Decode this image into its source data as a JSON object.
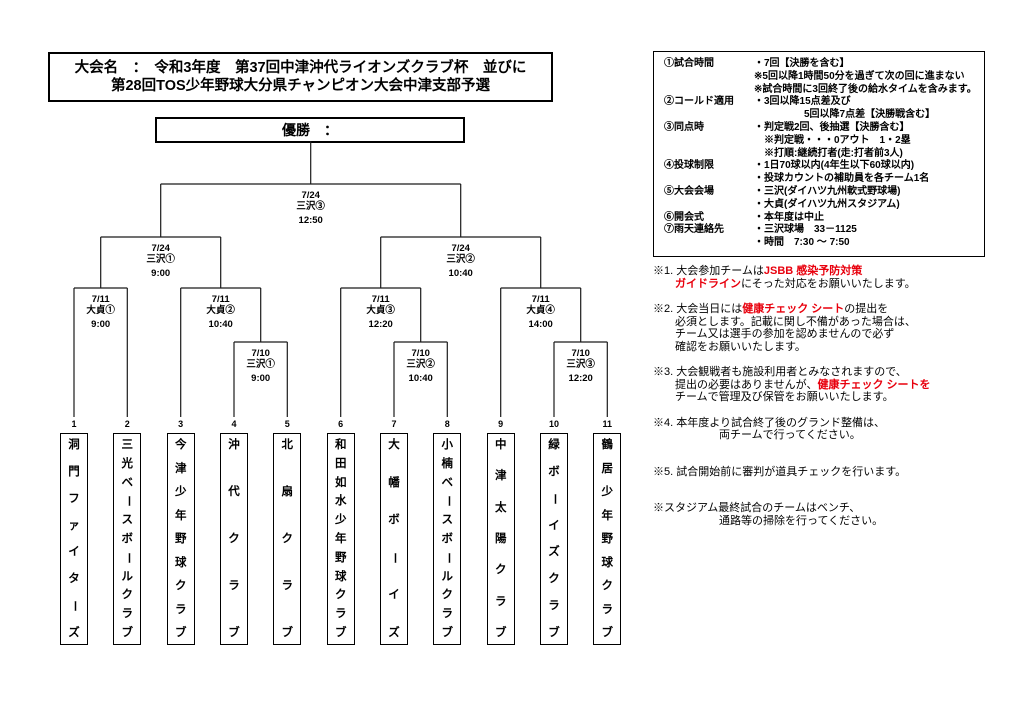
{
  "title": {
    "line1": "大会名　：　令和3年度　第37回中津沖代ライオンズクラブ杯　並びに",
    "line2": "第28回TOS少年野球大分県チャンピオン大会中津支部予選"
  },
  "champion_label": "優勝　：",
  "bracket": {
    "matches": {
      "final": {
        "date": "7/24",
        "venue": "三沢③",
        "time": "12:50"
      },
      "sf_left": {
        "date": "7/24",
        "venue": "三沢①",
        "time": "9:00"
      },
      "sf_right": {
        "date": "7/24",
        "venue": "三沢②",
        "time": "10:40"
      },
      "r1_a": {
        "date": "7/11",
        "venue": "大貞①",
        "time": "9:00"
      },
      "r1_c": {
        "date": "7/11",
        "venue": "大貞②",
        "time": "10:40"
      },
      "r1_d": {
        "date": "7/11",
        "venue": "大貞③",
        "time": "12:20"
      },
      "r1_f": {
        "date": "7/11",
        "venue": "大貞④",
        "time": "14:00"
      },
      "r2_b": {
        "date": "7/10",
        "venue": "三沢①",
        "time": "9:00"
      },
      "r2_e": {
        "date": "7/10",
        "venue": "三沢②",
        "time": "10:40"
      },
      "r2_g": {
        "date": "7/10",
        "venue": "三沢③",
        "time": "12:20"
      }
    },
    "teams": [
      {
        "number": "1",
        "name": "洞門ファイターズ"
      },
      {
        "number": "2",
        "name": "三光ベースボールクラブ"
      },
      {
        "number": "3",
        "name": "今津少年野球クラブ"
      },
      {
        "number": "4",
        "name": "沖代クラブ"
      },
      {
        "number": "5",
        "name": "北扇クラブ"
      },
      {
        "number": "6",
        "name": "和田如水少年野球クラブ"
      },
      {
        "number": "7",
        "name": "大幡ボーイズ"
      },
      {
        "number": "8",
        "name": "小楠ベースボールクラブ"
      },
      {
        "number": "9",
        "name": "中津太陽クラブ"
      },
      {
        "number": "10",
        "name": "緑ボーイズクラブ"
      },
      {
        "number": "11",
        "name": "鶴居少年野球クラブ"
      }
    ]
  },
  "rules": {
    "items": [
      {
        "label": "①試合時間",
        "content": "・7回【決勝を含む】\n※5回以降1時間50分を過ぎて次の回に進まない\n※試合時間に3回終了後の給水タイムを含みます。"
      },
      {
        "label": "②コールド適用",
        "content": "・3回以降15点差及び\n　　　　　5回以降7点差【決勝戦含む】"
      },
      {
        "label": "③同点時",
        "content": "・判定戦2回、後抽選【決勝含む】\n　※判定戦・・・0アウト　1・2塁\n　※打順:継続打者(走:打者前3人)"
      },
      {
        "label": "④投球制限",
        "content": "・1日70球以内(4年生以下60球以内)\n・投球カウントの補助員を各チーム1名"
      },
      {
        "label": "⑤大会会場",
        "content": "・三沢(ダイハツ九州軟式野球場)\n・大貞(ダイハツ九州スタジアム)"
      },
      {
        "label": "⑥開会式",
        "content": "・本年度は中止"
      },
      {
        "label": "⑦雨天連絡先",
        "content": "・三沢球場　33－1125\n・時間　7:30 ～ 7:50"
      }
    ]
  },
  "notes": [
    {
      "parts": [
        {
          "text": "※1. 大会参加チームは",
          "red": false
        },
        {
          "text": "JSBB 感染予防対策\n　　ガイドライン",
          "red": true
        },
        {
          "text": "にそった対応をお願いいたします。",
          "red": false
        }
      ]
    },
    {
      "parts": [
        {
          "text": "※2. 大会当日には",
          "red": false
        },
        {
          "text": "健康チェック シート",
          "red": true
        },
        {
          "text": "の提出を\n　　必須とします。記載に関し不備があった場合は、\n　　チーム又は選手の参加を認めませんので必ず\n　　確認をお願いいたします。",
          "red": false
        }
      ]
    },
    {
      "parts": [
        {
          "text": "※3. 大会観戦者も施設利用者とみなされますので、\n　　提出の必要はありませんが、",
          "red": false
        },
        {
          "text": "健康チェック シートを",
          "red": true
        },
        {
          "text": "\n　　チームで管理及び保管をお願いいたします。",
          "red": false
        }
      ]
    },
    {
      "parts": [
        {
          "text": "※4. 本年度より試合終了後のグランド整備は、\n　　　　　　両チームで行ってください。",
          "red": false
        }
      ]
    },
    {
      "parts": [
        {
          "text": "※5. 試合開始前に審判が道具チェックを行います。",
          "red": false
        }
      ]
    },
    {
      "parts": [
        {
          "text": "※スタジアム最終試合のチームはベンチ、\n　　　　　　通路等の掃除を行ってください。",
          "red": false
        }
      ]
    }
  ]
}
